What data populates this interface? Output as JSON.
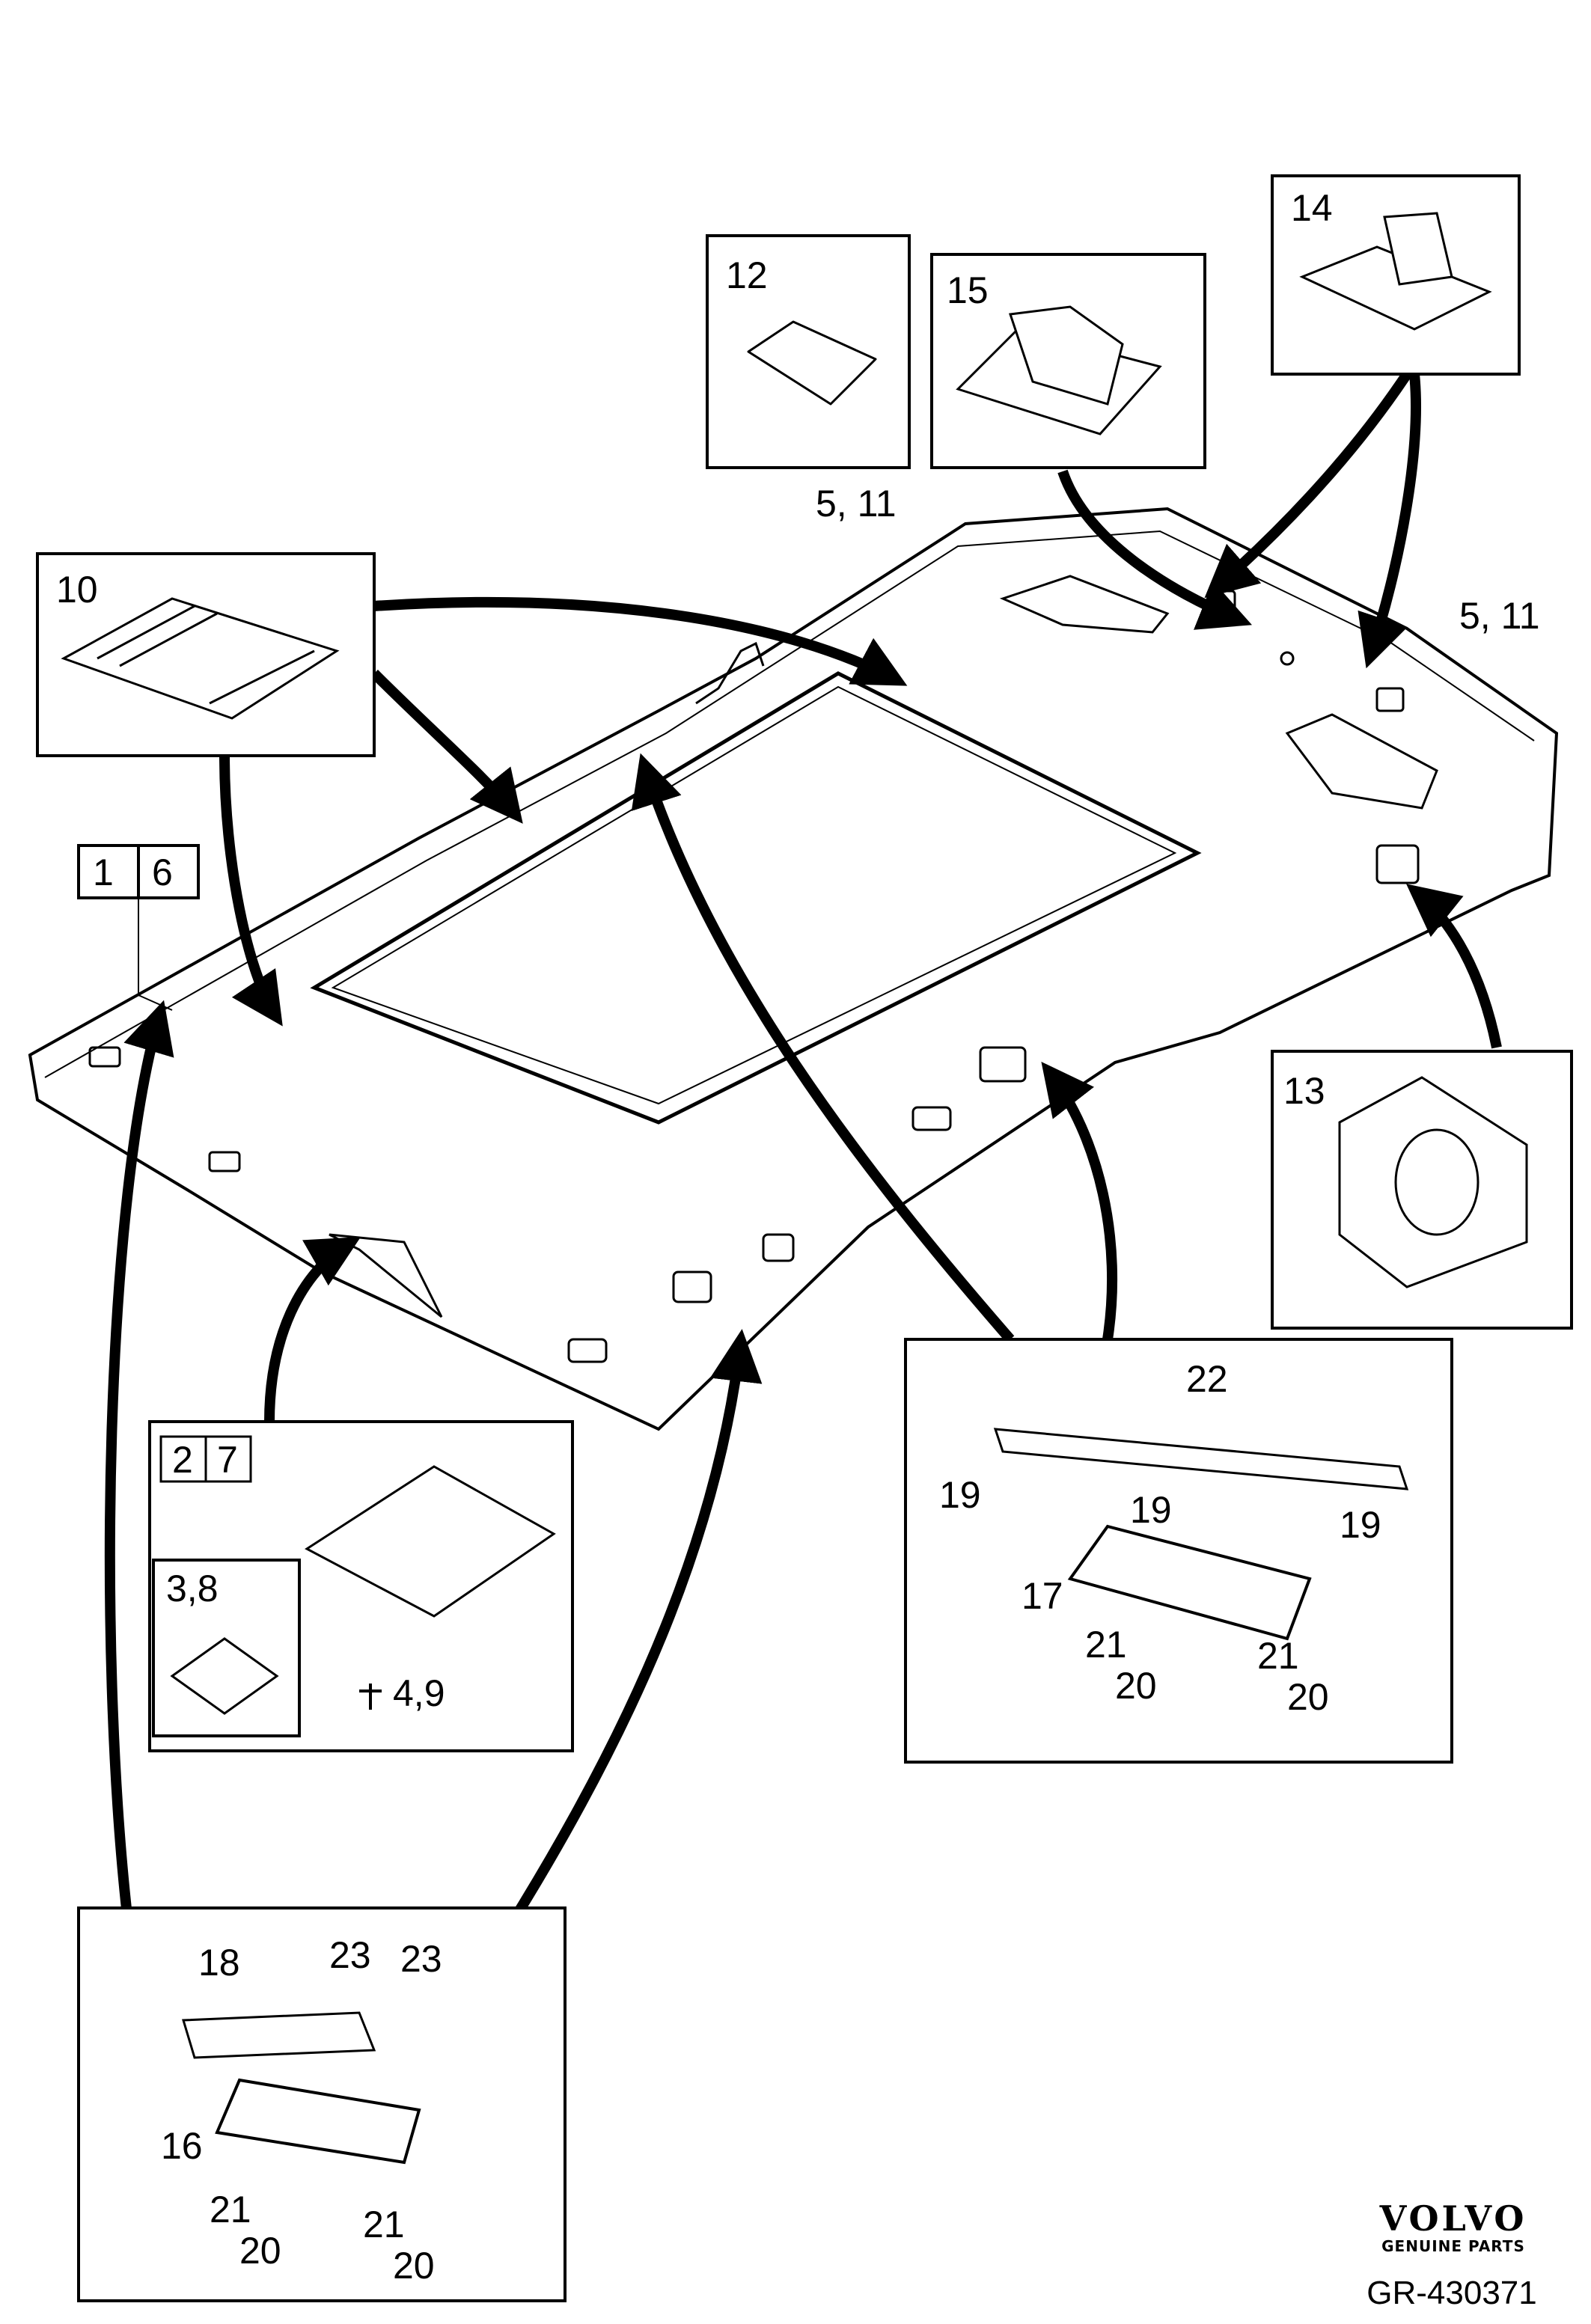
{
  "callouts": {
    "c1": "1",
    "c6": "6",
    "c2": "2",
    "c7": "7",
    "c3_8": "3,8",
    "c4_9": "4,9",
    "c5_11_a": "5, 11",
    "c5_11_b": "5, 11",
    "c10": "10",
    "c12": "12",
    "c13": "13",
    "c14": "14",
    "c15": "15",
    "c16": "16",
    "c17": "17",
    "c18": "18",
    "c19_a": "19",
    "c19_b": "19",
    "c19_c": "19",
    "c20_a": "20",
    "c20_b": "20",
    "c20_c": "20",
    "c20_d": "20",
    "c21_a": "21",
    "c21_b": "21",
    "c21_c": "21",
    "c21_d": "21",
    "c22": "22",
    "c23_a": "23",
    "c23_b": "23"
  },
  "brand": {
    "name": "VOLVO",
    "tagline": "GENUINE PARTS",
    "ref": "GR-430371"
  }
}
